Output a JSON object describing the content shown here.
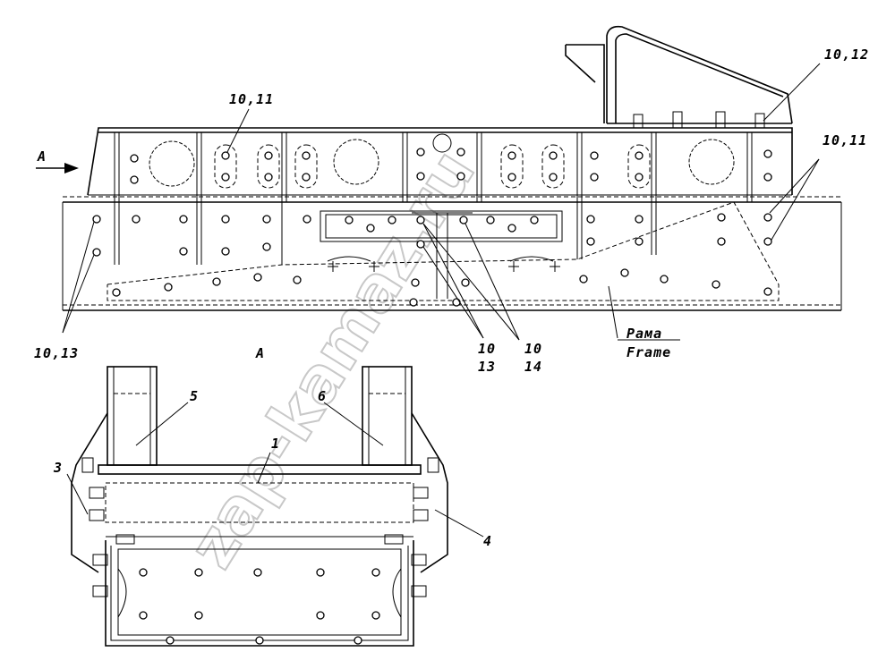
{
  "labels": {
    "top_10_11": "10,11",
    "top_10_12": "10,12",
    "right_10_11": "10,11",
    "left_10_13": "10,13",
    "view_arrow": "A",
    "section_title": "A",
    "mid_10": "10",
    "mid_13": "13",
    "mid2_10": "10",
    "mid2_14": "14",
    "frame_ru": "Рама",
    "frame_en": "Frame",
    "part_1": "1",
    "part_3": "3",
    "part_4": "4",
    "part_5": "5",
    "part_6": "6"
  },
  "watermark": "zap-kamaz.ru"
}
